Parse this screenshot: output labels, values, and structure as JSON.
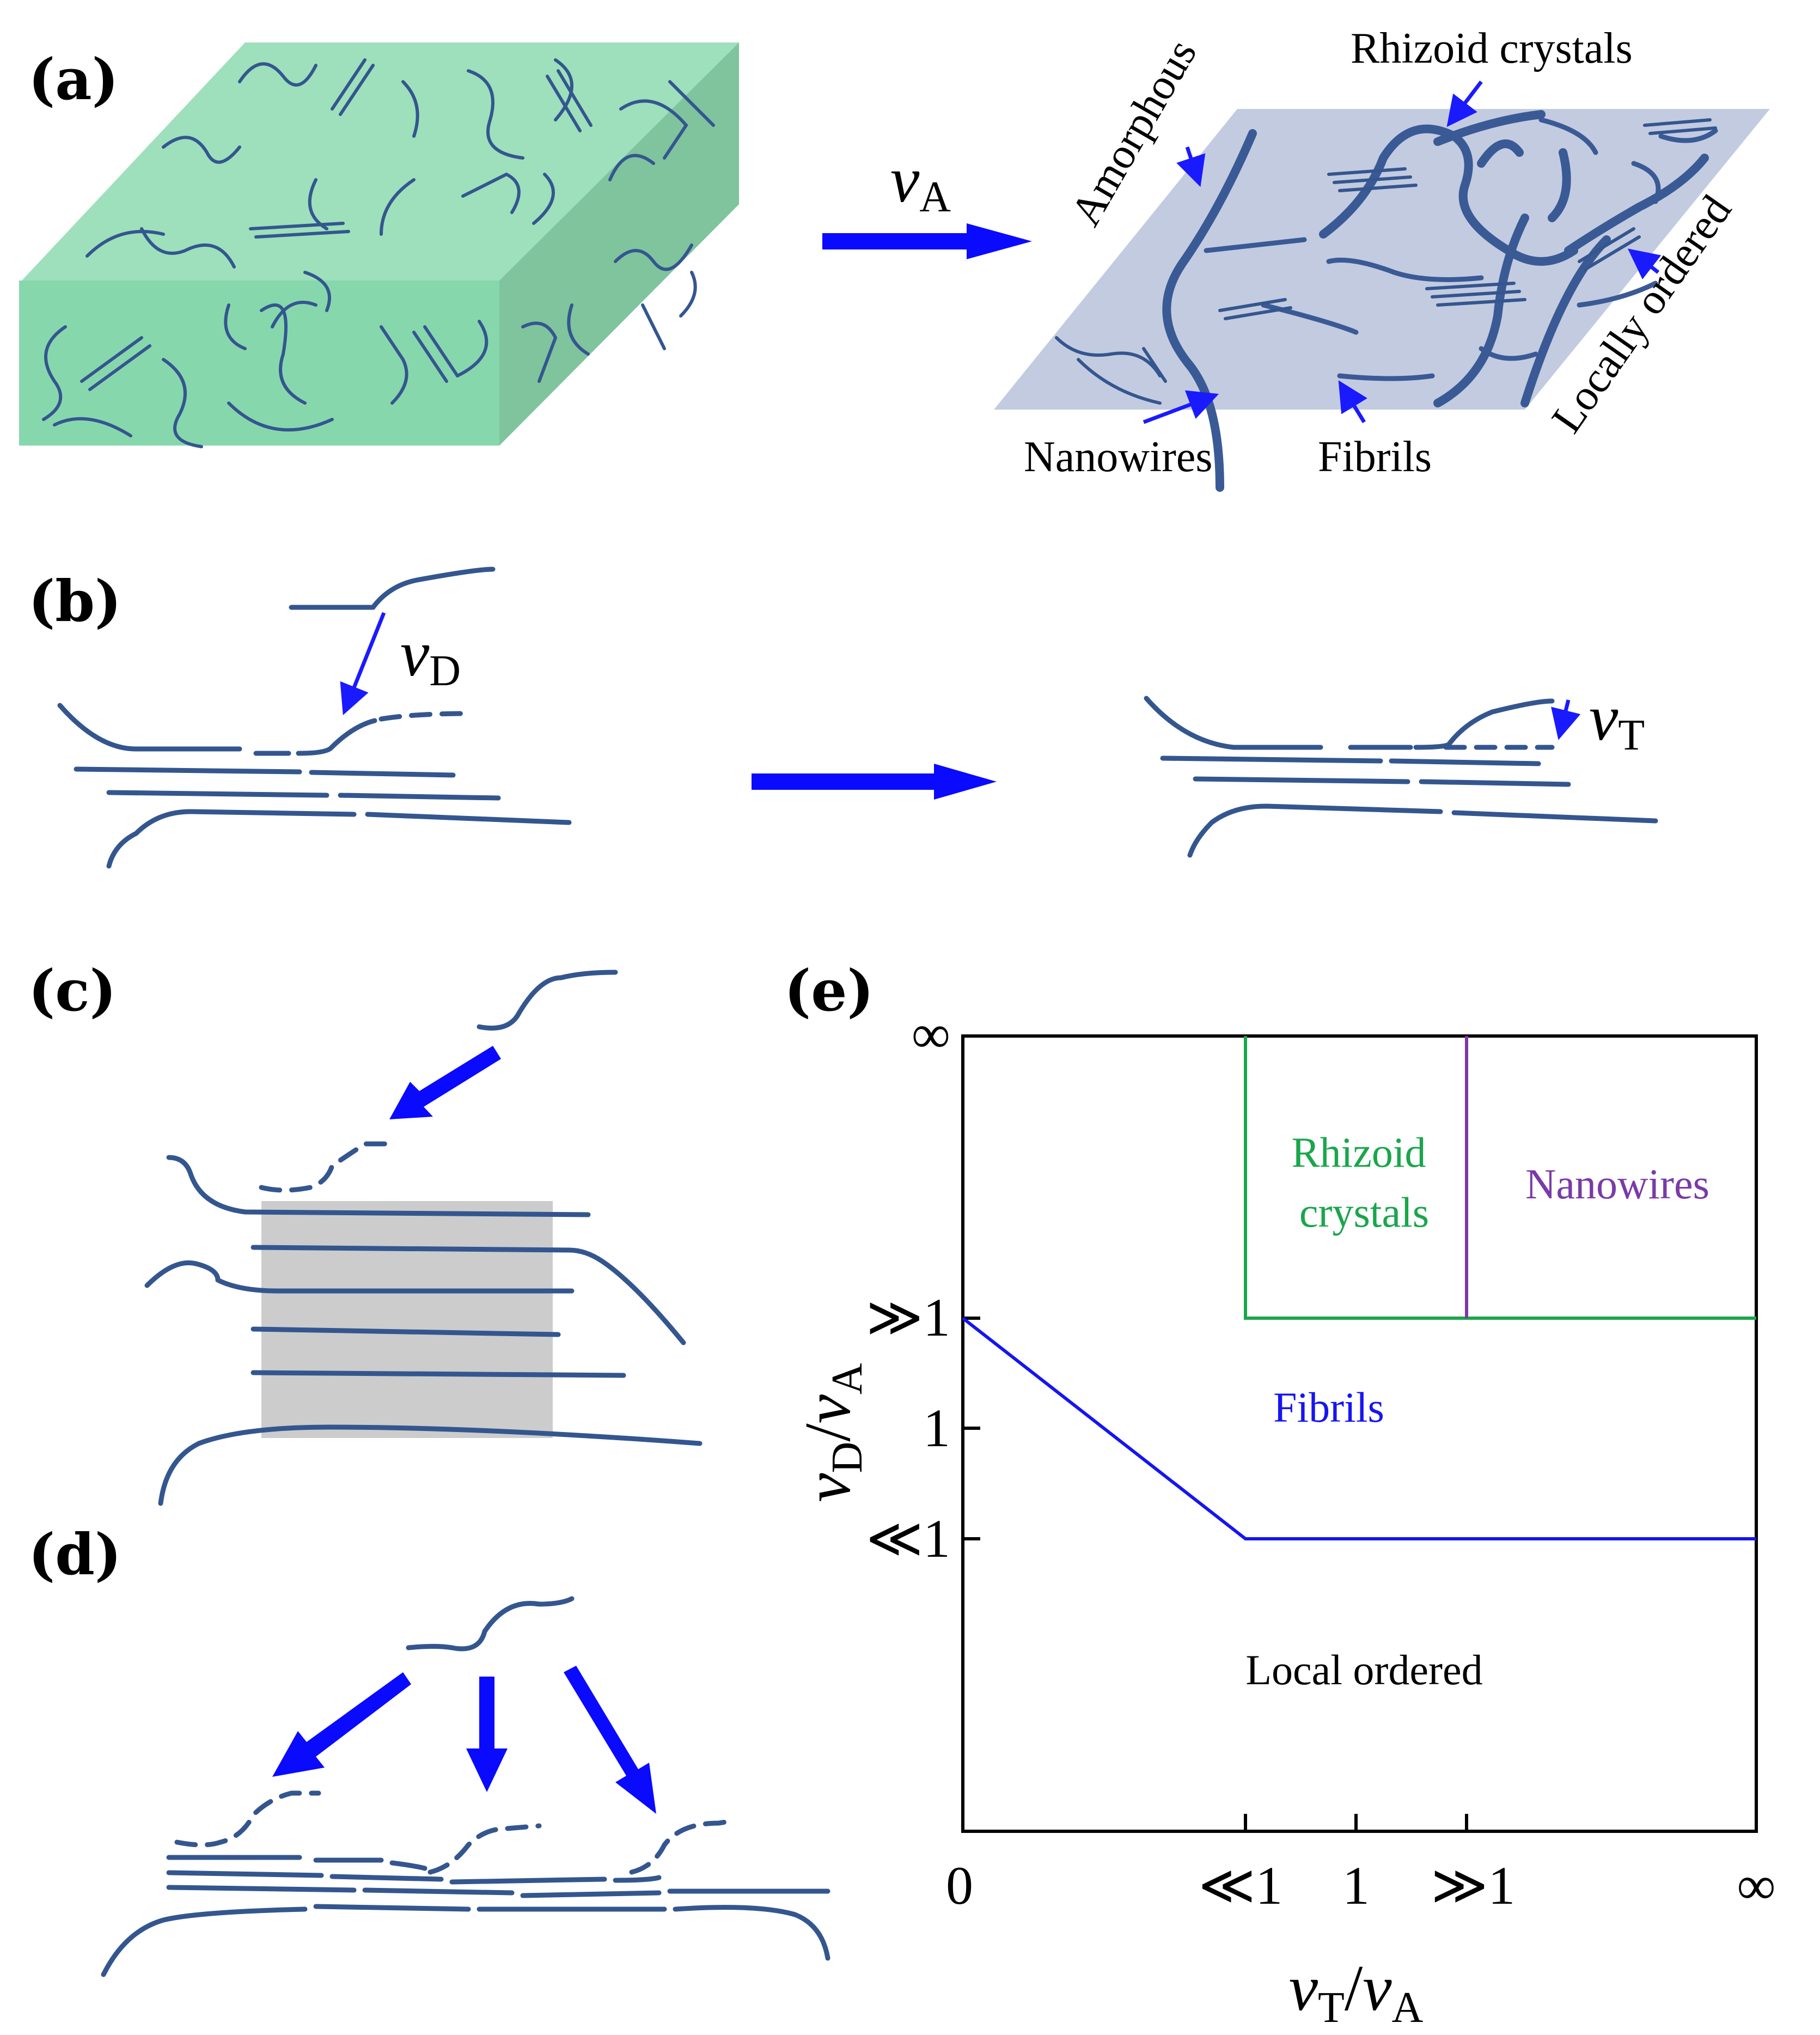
{
  "panels": {
    "a": {
      "label": "(a)",
      "arrow_symbol": "v",
      "arrow_subscript": "A",
      "labels": {
        "amorphous": "Amorphous",
        "rhizoid": "Rhizoid crystals",
        "locally_ordered": "Locally ordered",
        "nanowires": "Nanowires",
        "fibrils": "Fibrils"
      },
      "colors": {
        "block_top": "#9de0bb",
        "block_front": "#87d7ad",
        "block_side": "#7fc49d",
        "film": "#c3cbe0"
      }
    },
    "b": {
      "label": "(b)",
      "left_symbol": "v",
      "left_subscript": "D",
      "right_symbol": "v",
      "right_subscript": "T"
    },
    "c": {
      "label": "(c)",
      "nucleus_color": "#cccccc"
    },
    "d": {
      "label": "(d)"
    },
    "e": {
      "label": "(e)",
      "x_ticks": [
        "0",
        "≪1",
        "1",
        "≫1",
        "∞"
      ],
      "y_ticks": [
        "∞",
        "≫1",
        "1",
        "≪1"
      ],
      "x_axis_title": {
        "main": "v",
        "main_sub": "T",
        "div": "/",
        "den": "v",
        "den_sub": "A"
      },
      "y_axis_title": {
        "main": "v",
        "main_sub": "D",
        "div": "/",
        "den": "v",
        "den_sub": "A"
      },
      "regions": {
        "rhizoid_line1": "Rhizoid",
        "rhizoid_line2": "crystals",
        "nanowires": "Nanowires",
        "fibrils": "Fibrils",
        "local_ordered": "Local ordered"
      },
      "colors": {
        "rhizoid": "#1aa64b",
        "nanowires": "#7a3aa8",
        "fibrils": "#1515f0",
        "local_ordered": "#000000"
      }
    }
  },
  "colors": {
    "chain": "#34568f",
    "arrow": "#0a0aff"
  }
}
